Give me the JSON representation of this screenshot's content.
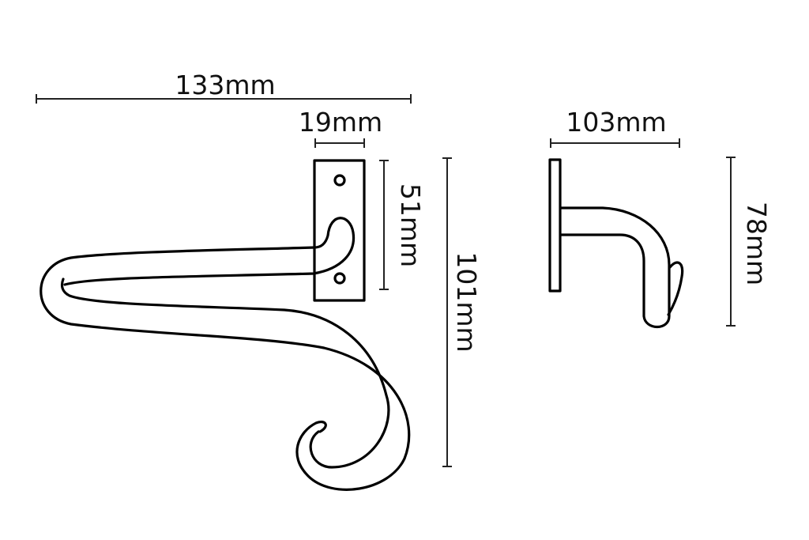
{
  "dimensions": {
    "front_width": "133mm",
    "plate_width": "19mm",
    "plate_height": "51mm",
    "front_height": "101mm",
    "side_projection": "103mm",
    "side_height": "78mm"
  },
  "colors": {
    "line": "#000000",
    "background": "#ffffff"
  }
}
